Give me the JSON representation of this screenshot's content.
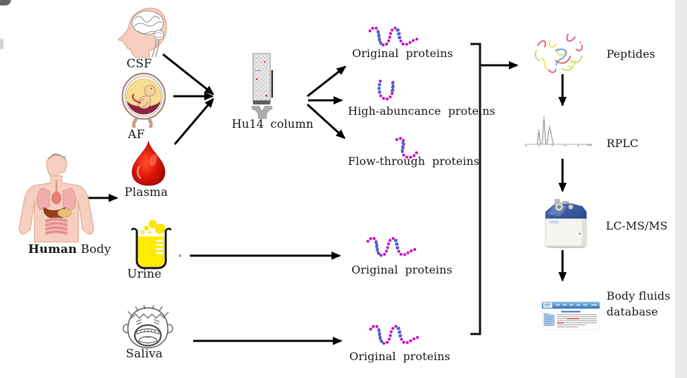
{
  "figure": {
    "sources": {
      "csf_label": "CSF",
      "af_label": "AF",
      "plasma_label": "Plasma",
      "human_body_bold": "Human",
      "human_body_regular": " Body",
      "urine_label": "Urine",
      "saliva_label": "Saliva"
    },
    "column_label": "Hu14 column",
    "outputs": {
      "original_top": "Original proteins",
      "high_abundance": "High-abuncance proteins",
      "flow_through": "Flow-through proteins",
      "original_urine": "Original proteins",
      "original_saliva": "Original proteins"
    },
    "pipeline": {
      "peptides": "Peptides",
      "rplc": "RPLC",
      "lcmsms": "LC-MS/MS",
      "database_line1": "Body fluids",
      "database_line2": "database"
    },
    "colors": {
      "arrow_black": "#000000",
      "bead_magenta": "#c813c8",
      "bead_blue": "#2f6fd2",
      "blood_red": "#d11507",
      "urine_yellow": "#ffec00",
      "amniotic_yellow": "#f6dd90",
      "ms_blue": "#3c5fa6",
      "database_blue": "#3f86c6",
      "peptide_pink": "#e8637a",
      "peptide_yellow": "#ece36e",
      "peptide_blue": "#64a8e0",
      "peptide_green": "#c8dc64"
    }
  }
}
